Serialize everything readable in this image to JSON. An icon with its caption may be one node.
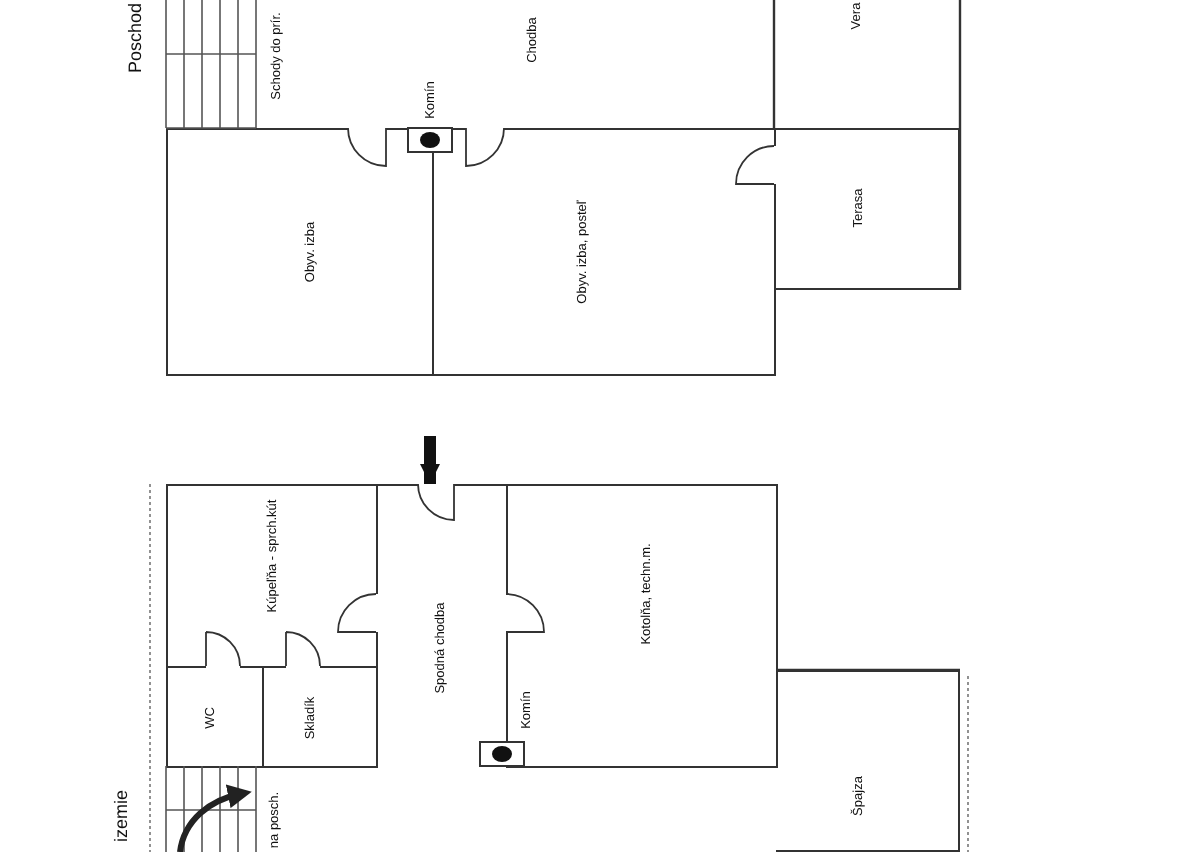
{
  "diagram": {
    "nodes": [
      {
        "text": [
          "Obyv. izba"
        ]
      },
      {
        "text": [
          "Obyv. izba, posteľ"
        ]
      },
      {
        "text": [
          "Terasa"
        ]
      },
      {
        "text": [
          "Kúpeľňa - sprch.kút"
        ]
      },
      {
        "text": [
          "WC"
        ]
      },
      {
        "text": [
          "Skladík"
        ]
      },
      {
        "text": [
          "Spodná chodba"
        ]
      },
      {
        "text": [
          "Kotolňa, techn.m."
        ]
      },
      {
        "text": [
          "Špajza"
        ]
      }
    ],
    "edges": [
      {
        "from": null,
        "to": 6,
        "arrow": "to"
      }
    ],
    "labels": [
      "Poschod",
      "Schody do prír.",
      "Komín",
      "Chodba",
      "Vera",
      "izemie",
      "na posch.",
      "Komín"
    ]
  }
}
